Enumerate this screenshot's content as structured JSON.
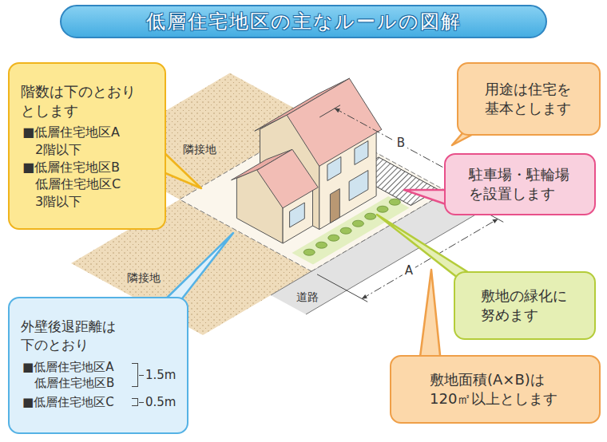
{
  "diagram": {
    "title": "低層住宅地区の主なルールの図解",
    "nodes": [
      {
        "text": [
          "階数は下のとおり とします",
          "■低層住宅地区A 2階以下",
          "■低層住宅地区B 低層住宅地区C 3階以下"
        ]
      },
      {
        "text": [
          "用途は住宅を 基本とします"
        ]
      },
      {
        "text": [
          "駐車場・駐輪場 を設置します"
        ]
      },
      {
        "text": [
          "敷地の緑化に 努めます"
        ]
      },
      {
        "text": [
          "外壁後退距離は 下のとおり",
          "■低層住宅地区A 低層住宅地区B",
          "1.5m",
          "■低層住宅地区C",
          "0.5m"
        ]
      },
      {
        "text": [
          "敷地面積(A×B)は 120㎡以上とします"
        ]
      }
    ],
    "labels": [
      "隣接地",
      "隣接地",
      "道路",
      "B",
      "A"
    ]
  }
}
